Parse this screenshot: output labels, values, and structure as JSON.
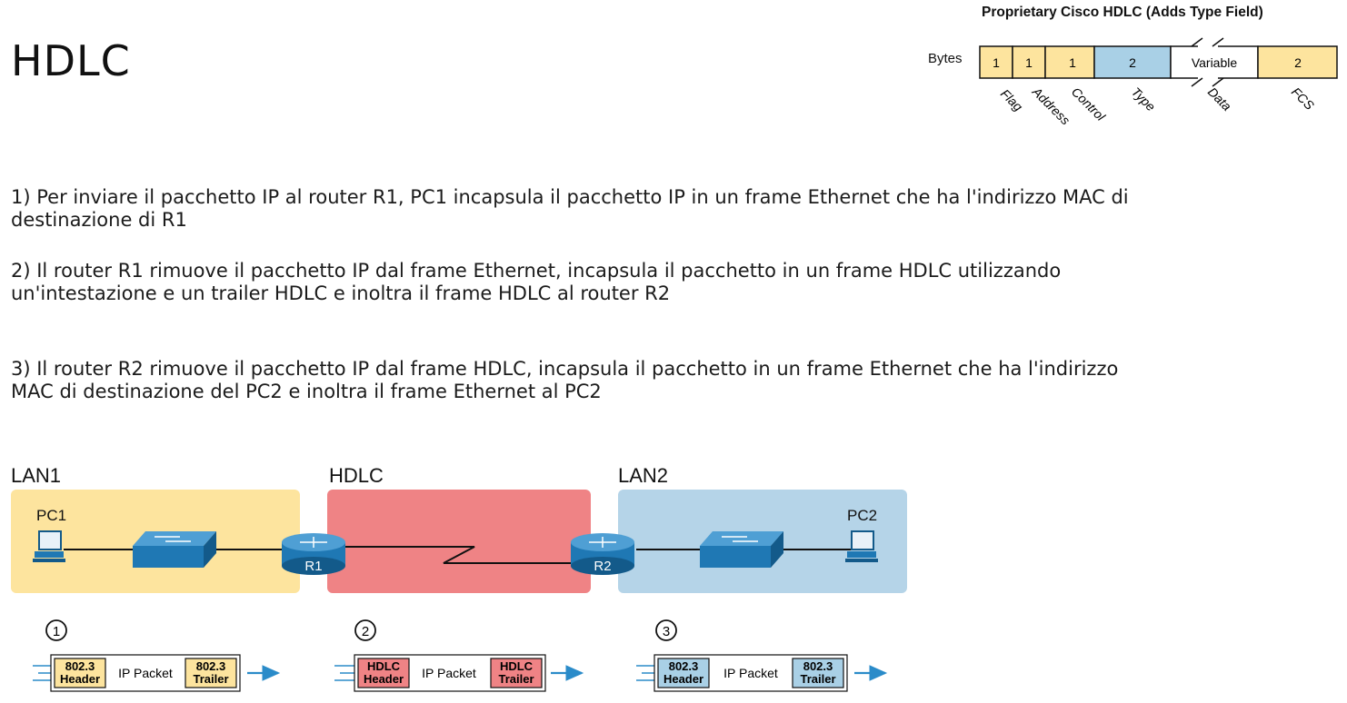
{
  "slide": {
    "title": "HDLC",
    "paragraphs": [
      "1) Per inviare il pacchetto IP al router R1, PC1 incapsula il pacchetto IP in un frame Ethernet che ha l'indirizzo MAC di destinazione di R1",
      "2) Il router R1 rimuove il pacchetto IP dal frame Ethernet, incapsula il pacchetto in un frame HDLC utilizzando un'intestazione e un trailer HDLC e inoltra il frame HDLC al router R2",
      "3) Il router R2 rimuove il pacchetto IP dal frame HDLC, incapsula il pacchetto in un frame Ethernet che ha l'indirizzo MAC di destinazione del PC2 e inoltra il frame Ethernet al PC2"
    ]
  },
  "frame_format": {
    "title": "Proprietary Cisco HDLC (Adds Type Field)",
    "bytes_label": "Bytes",
    "fields": [
      {
        "size": "1",
        "name": "Flag",
        "color": "#fde49e"
      },
      {
        "size": "1",
        "name": "Address",
        "color": "#fde49e"
      },
      {
        "size": "1",
        "name": "Control",
        "color": "#fde49e"
      },
      {
        "size": "2",
        "name": "Type",
        "color": "#a9d0e6"
      },
      {
        "size": "Variable",
        "name": "Data",
        "color": "#ffffff"
      },
      {
        "size": "2",
        "name": "FCS",
        "color": "#fde49e"
      }
    ]
  },
  "network": {
    "zones": [
      {
        "label": "LAN1",
        "color": "#fde49e"
      },
      {
        "label": "HDLC",
        "color": "#ef8385"
      },
      {
        "label": "LAN2",
        "color": "#b5d4e8"
      }
    ],
    "devices": {
      "pc1": "PC1",
      "pc2": "PC2",
      "r1": "R1",
      "r2": "R2"
    },
    "steps": [
      {
        "num": "1",
        "header": [
          "802.3",
          "Header"
        ],
        "packet": "IP Packet",
        "trailer": [
          "802.3",
          "Trailer"
        ],
        "color": "#fde49e"
      },
      {
        "num": "2",
        "header": [
          "HDLC",
          "Header"
        ],
        "packet": "IP Packet",
        "trailer": [
          "HDLC",
          "Trailer"
        ],
        "color": "#ef8385"
      },
      {
        "num": "3",
        "header": [
          "802.3",
          "Header"
        ],
        "packet": "IP Packet",
        "trailer": [
          "802.3",
          "Trailer"
        ],
        "color": "#a9d0e6"
      }
    ]
  },
  "colors": {
    "device_blue": "#1f78b4",
    "device_dark": "#135a8a",
    "arrow_blue": "#2a8bc9"
  }
}
